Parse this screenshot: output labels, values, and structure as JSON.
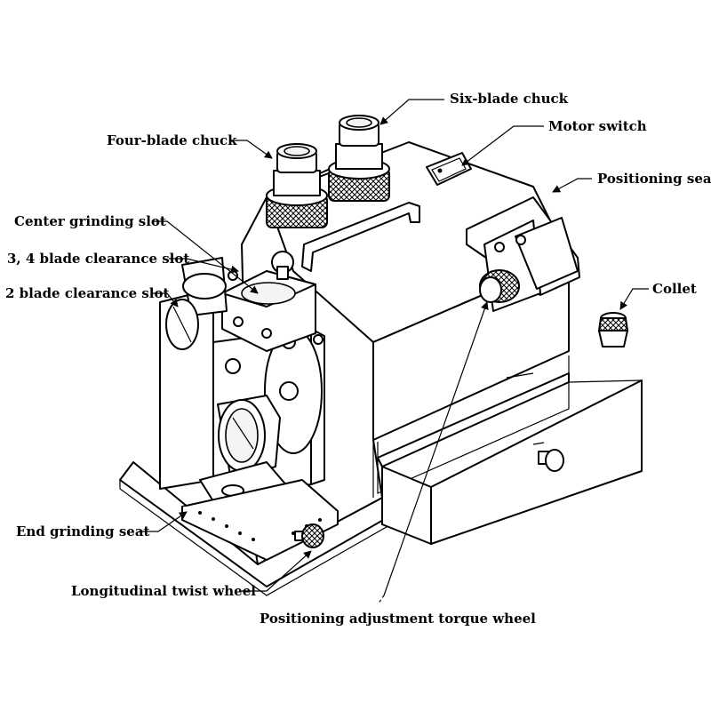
{
  "labels": {
    "six_blade_chuck": "Six-blade chuck",
    "four_blade_chuck": "Four-blade chuck",
    "motor_switch": "Motor switch",
    "positioning_seat": "Positioning seat",
    "center_grinding_slot": "Center grinding slot",
    "clearance_slot_34": "3, 4 blade clearance slot",
    "clearance_slot_2": "2 blade clearance slot",
    "collet": "Collet",
    "end_grinding_seat": "End grinding seat",
    "longitudinal_twist_wheel": "Longitudinal twist wheel",
    "positioning_adjustment_torque_wheel": "Positioning adjustment torque wheel"
  }
}
